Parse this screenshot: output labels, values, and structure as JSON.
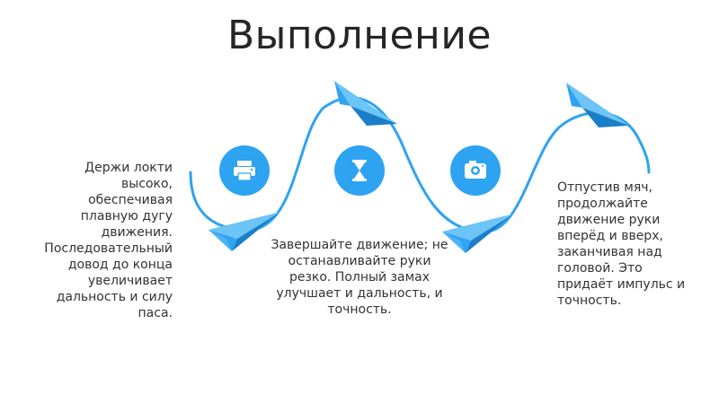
{
  "title": "Выполнение",
  "steps": [
    {
      "icon": "printer-icon",
      "text": "Держи локти высоко, обеспечивая плавную дугу движения.  Последовательный довод до конца увеличивает дальность и силу паса."
    },
    {
      "icon": "hourglass-icon",
      "text": "Завершайте движение; не останавливайте руки резко. Полный замах улучшает и дальность, и точность."
    },
    {
      "icon": "camera-icon",
      "text": "Отпустив мяч, продолжайте движение руки вперёд и вверх, заканчивая над головой.  Это придаёт импульс и точность."
    }
  ],
  "colors": {
    "accent": "#2ea3f2",
    "accent_dark": "#1a7fc8",
    "plane_light": "#6cc4f7",
    "text": "#333333",
    "title": "#262626"
  }
}
